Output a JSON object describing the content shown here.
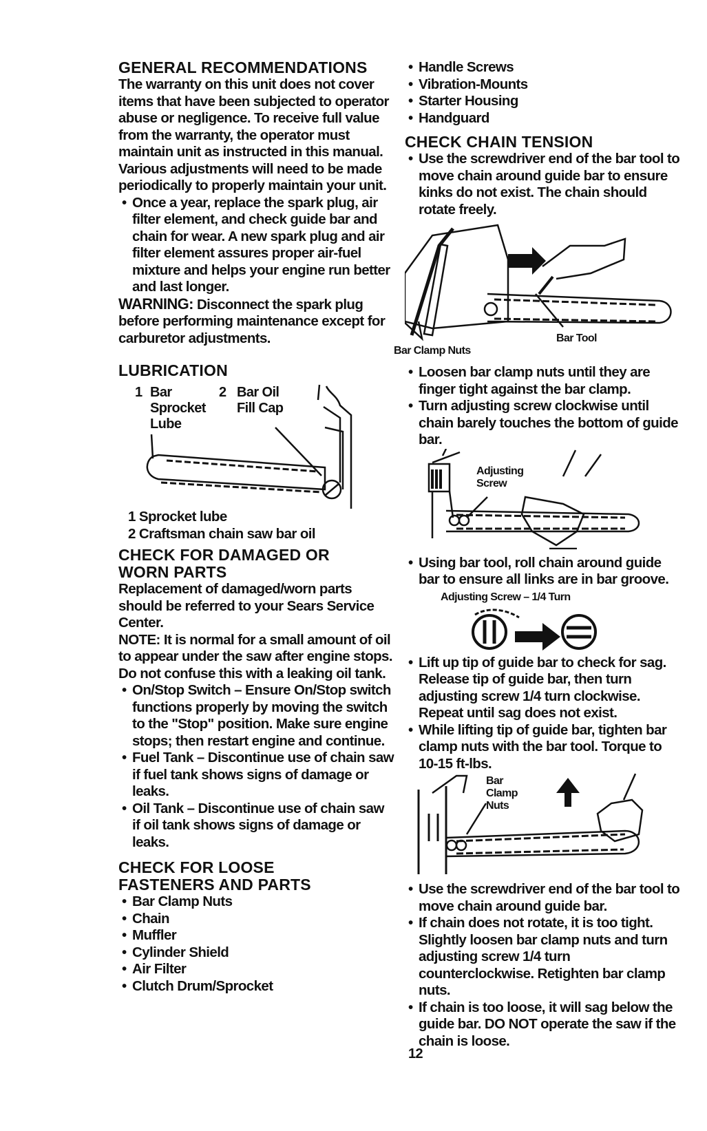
{
  "left": {
    "general": {
      "title": "GENERAL RECOMMENDATIONS",
      "body": "The warranty on this unit does not cover items that have been subjected to operator abuse or negligence. To receive full value from the warranty, the operator must maintain unit as instructed in this manual. Various adjustments will need to be made periodically to properly maintain your unit.",
      "bullet": "Once a year, replace the spark plug, air filter element, and check guide bar and chain for wear. A new spark plug and air filter element assures proper air-fuel mixture and helps your engine run better and last longer."
    },
    "warning": {
      "label": "WARNING:",
      "text": "Disconnect the spark plug before performing maintenance except for carburetor adjustments."
    },
    "lubrication": {
      "title": "LUBRICATION",
      "fig_label1_num": "1",
      "fig_label1": "Bar Sprocket Lube",
      "fig_label2_num": "2",
      "fig_label2": "Bar Oil Fill Cap",
      "item1": "1  Sprocket lube",
      "item2": "2  Craftsman chain saw bar oil"
    },
    "damaged": {
      "title": "CHECK FOR DAMAGED OR WORN PARTS",
      "body": "Replacement of damaged/worn parts should be referred to your Sears Service Center.",
      "note_label": "NOTE:",
      "note_text": "It is normal for a small amount of oil to appear under the saw after engine stops. Do not confuse this with a leaking oil tank.",
      "bullet1": "On/Stop Switch – Ensure On/Stop switch functions properly by moving the switch to the \"Stop\" position. Make sure engine stops; then restart engine and continue.",
      "bullet2": "Fuel Tank – Discontinue use of chain saw if fuel tank shows signs of damage or leaks.",
      "bullet3": "Oil Tank – Discontinue use of chain saw if oil tank shows signs of damage or leaks."
    },
    "loose": {
      "title": "CHECK FOR LOOSE FASTENERS AND PARTS",
      "items": [
        "Bar Clamp Nuts",
        "Chain",
        "Muffler",
        "Cylinder Shield",
        "Air Filter",
        "Clutch Drum/Sprocket"
      ]
    }
  },
  "right": {
    "loose_cont": [
      "Handle Screws",
      "Vibration-Mounts",
      "Starter Housing",
      "Handguard"
    ],
    "tension": {
      "title": "CHECK CHAIN TENSION",
      "bullet1": "Use the screwdriver end of the bar tool to move chain around guide bar to ensure kinks do not exist. The chain should rotate freely.",
      "fig_bar_tool": "Bar Tool",
      "fig_clamp_nuts": "Bar Clamp Nuts",
      "bullet2": "Loosen bar clamp nuts until they are finger tight against the bar clamp.",
      "bullet3": "Turn adjusting screw clockwise until chain barely touches the bottom of guide bar.",
      "fig_adjusting_screw": "Adjusting Screw",
      "bullet4": "Using bar tool, roll chain around guide bar to ensure all links are in bar groove.",
      "turn_caption": "Adjusting Screw – 1/4 Turn",
      "bullet5": "Lift up tip of guide bar to check for sag. Release tip of guide bar, then turn adjusting screw 1/4 turn clockwise. Repeat until sag does not exist.",
      "bullet6": "While lifting tip of guide bar, tighten bar clamp nuts with the bar tool. Torque to 10-15 ft-lbs.",
      "fig_bar_clamp_nuts": "Bar Clamp Nuts",
      "bullet7": "Use the screwdriver end of the bar tool to move chain around guide bar.",
      "bullet8": "If chain does not rotate, it is too tight. Slightly loosen bar clamp nuts and turn adjusting screw 1/4 turn counterclockwise. Retighten bar clamp nuts.",
      "bullet9": "If chain is too loose, it will sag below the guide bar. DO NOT operate the saw if the chain is loose."
    }
  },
  "page_number": "12"
}
